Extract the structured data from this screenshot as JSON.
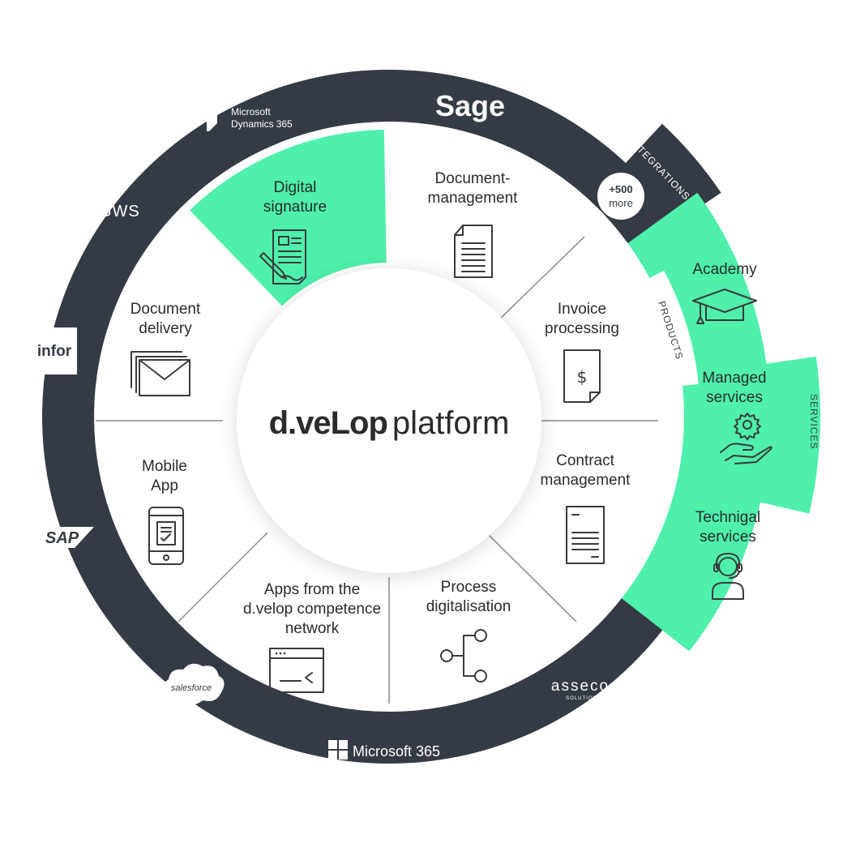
{
  "center": {
    "brand": "d.veLop",
    "word": "platform"
  },
  "products": [
    {
      "id": "digital-signature",
      "lines": [
        "Digital",
        "signature"
      ],
      "icon": "signed-document-icon"
    },
    {
      "id": "document-management",
      "lines": [
        "Document-",
        "management"
      ],
      "icon": "document-icon"
    },
    {
      "id": "invoice-processing",
      "lines": [
        "Invoice",
        "processing"
      ],
      "icon": "invoice-icon"
    },
    {
      "id": "contract-management",
      "lines": [
        "Contract",
        "management"
      ],
      "icon": "contract-icon"
    },
    {
      "id": "process-digitalisation",
      "lines": [
        "Process",
        "digitalisation"
      ],
      "icon": "flow-icon"
    },
    {
      "id": "apps-competence-network",
      "lines": [
        "Apps from the",
        "d.velop competence",
        "network"
      ],
      "icon": "terminal-window-icon"
    },
    {
      "id": "mobile-app",
      "lines": [
        "Mobile",
        "App"
      ],
      "icon": "mobile-phone-icon"
    },
    {
      "id": "document-delivery",
      "lines": [
        "Document",
        "delivery"
      ],
      "icon": "envelope-icon"
    }
  ],
  "services": [
    {
      "id": "academy",
      "lines": [
        "Academy"
      ],
      "icon": "graduation-cap-icon"
    },
    {
      "id": "managed-services",
      "lines": [
        "Managed",
        "services"
      ],
      "icon": "gear-hand-icon"
    },
    {
      "id": "technical-services",
      "lines": [
        "Technigal",
        "services"
      ],
      "icon": "headset-user-icon"
    }
  ],
  "tabs": {
    "integrations": "INTEGRATIONS",
    "products": "PRODUCTS",
    "services": "SERVICES"
  },
  "more_badge": {
    "count": "+500",
    "word": "more"
  },
  "integrations": {
    "sage": "Sage",
    "dynamics_line1": "Microsoft",
    "dynamics_line2": "Dynamics",
    "dynamics_num": "365",
    "gws": "GWS",
    "infor": "infor",
    "sap": "SAP",
    "salesforce": "salesforce",
    "asseco": "asseco",
    "asseco_sub": "SOLUTIONS",
    "ms365": "Microsoft 365"
  },
  "colors": {
    "ring": "#353b44",
    "accent": "#4ef0ac",
    "center": "#ffffff",
    "text": "#2b2b2b"
  }
}
